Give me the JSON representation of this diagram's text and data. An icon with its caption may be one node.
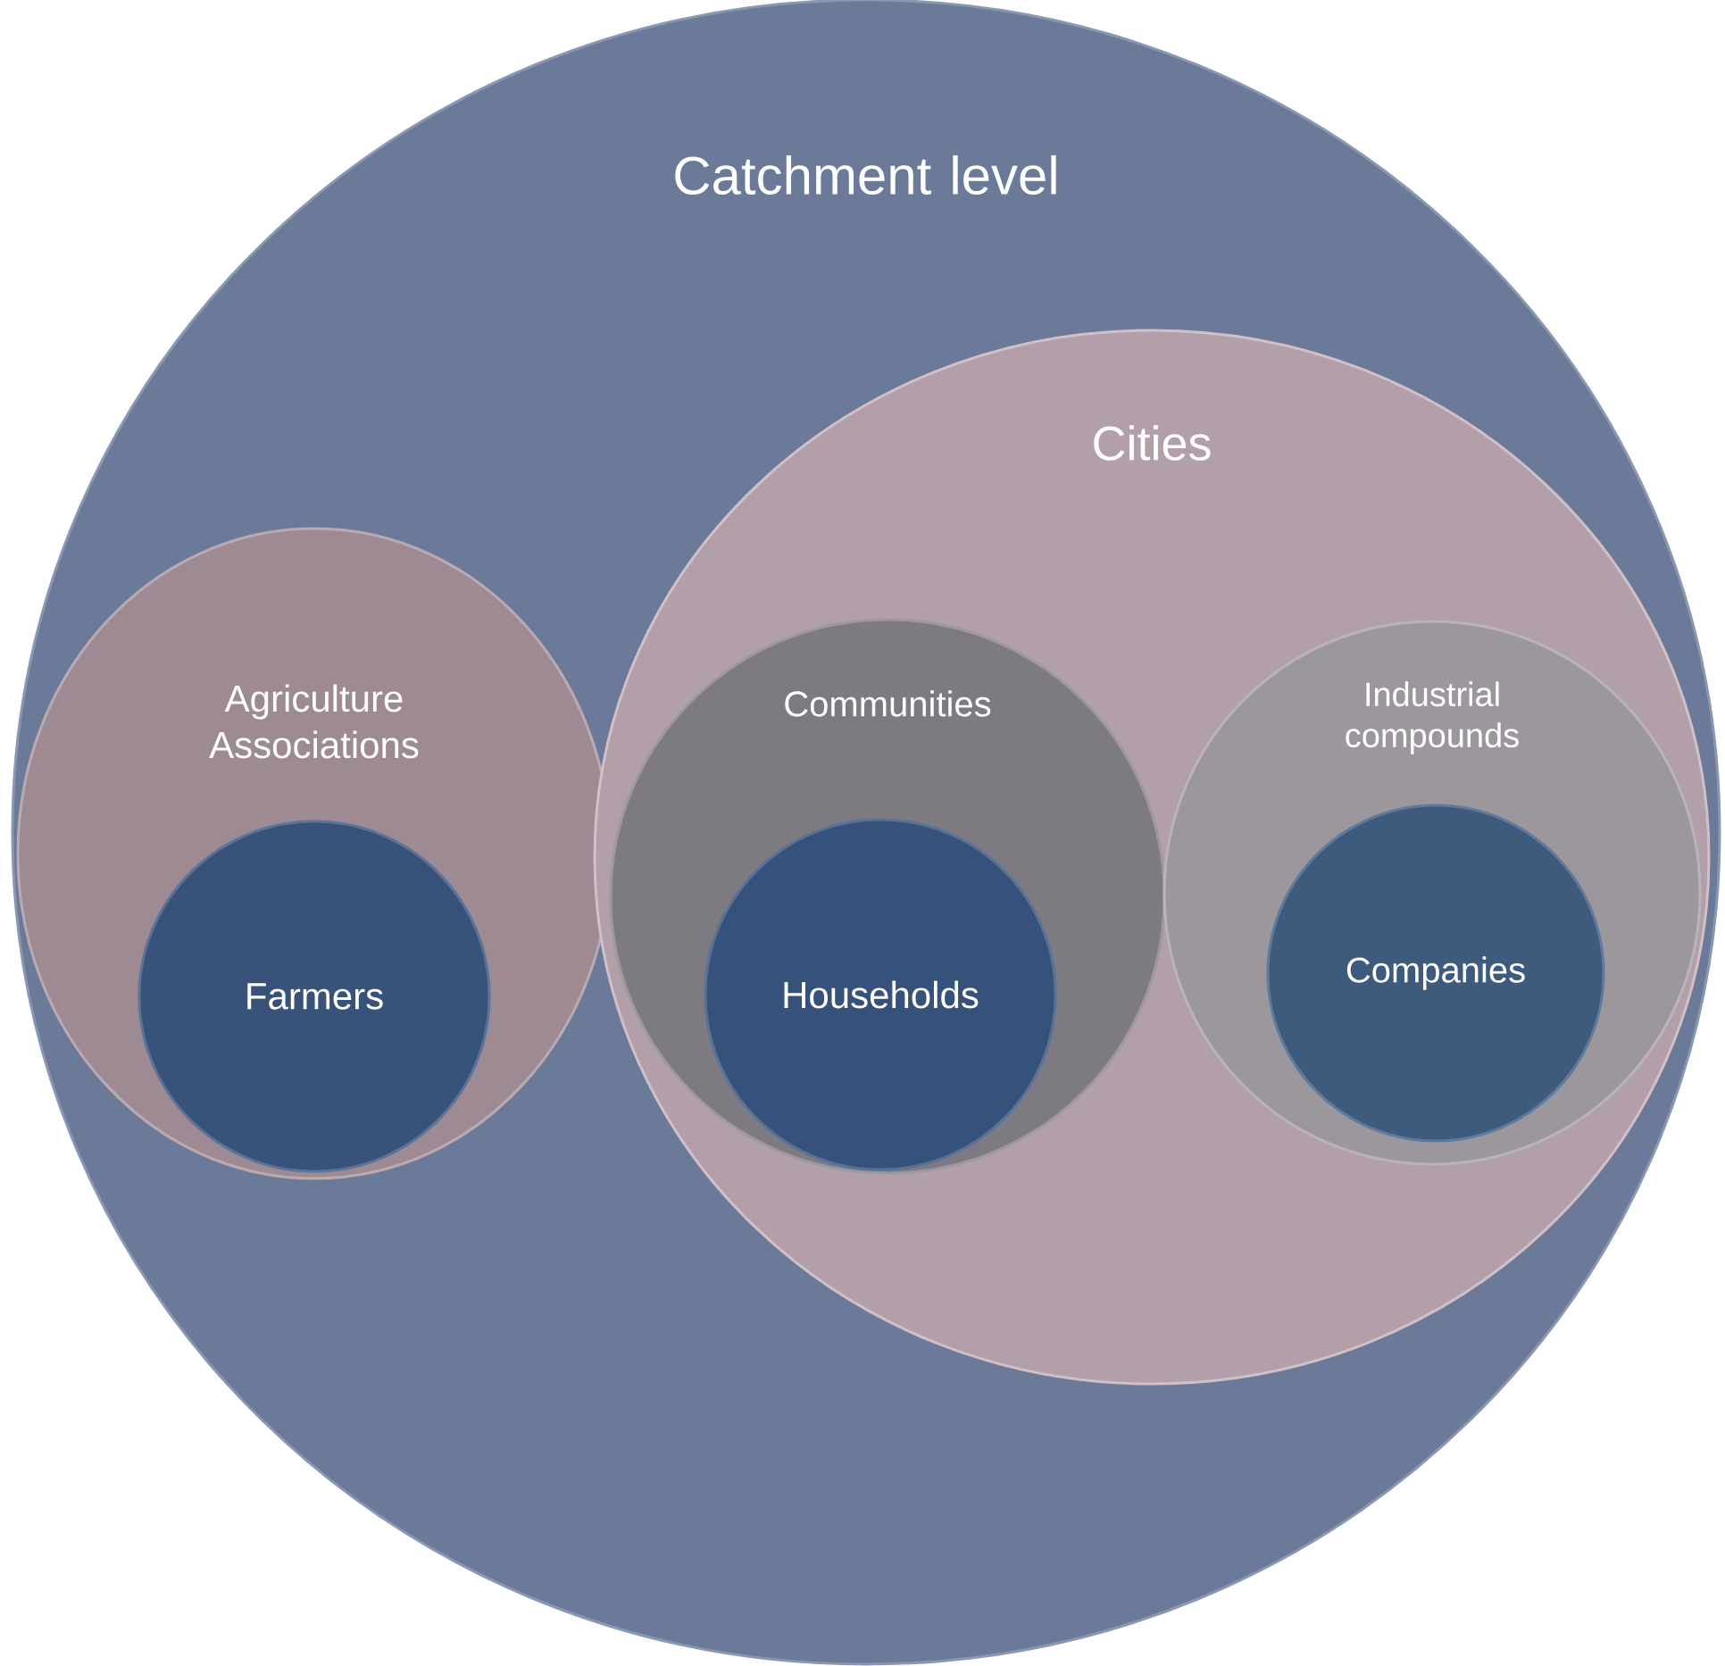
{
  "diagram": {
    "nodes": [
      {
        "text": [
          "Catchment level"
        ]
      },
      {
        "text": [
          "Agriculture Associations"
        ],
        "in": 0
      },
      {
        "text": [
          "Farmers"
        ],
        "in": 1
      },
      {
        "text": [
          "Cities"
        ],
        "in": 0
      },
      {
        "text": [
          "Communities"
        ],
        "in": 3
      },
      {
        "text": [
          "Households"
        ],
        "in": 4
      },
      {
        "text": [
          "Industrial compounds"
        ],
        "in": 3
      },
      {
        "text": [
          "Companies"
        ],
        "in": 6
      }
    ]
  }
}
